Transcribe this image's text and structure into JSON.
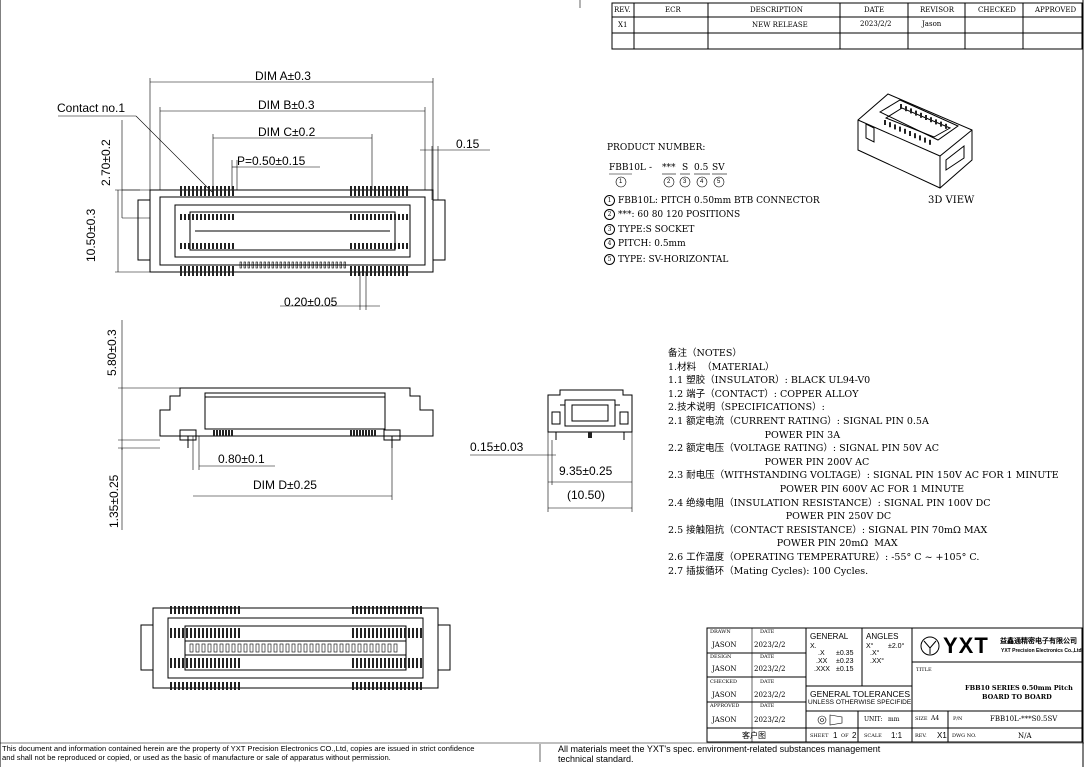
{
  "revision_table": {
    "headers": [
      "REV.",
      "ECR",
      "DESCRIPTION",
      "DATE",
      "REVISOR",
      "CHECKED",
      "APPROVED"
    ],
    "rows": [
      [
        "X1",
        "",
        "NEW RELEASE",
        "2023/2/2",
        "Jason",
        "",
        ""
      ]
    ]
  },
  "dims_top": {
    "dim_a": "DIM A±0.3",
    "dim_b": "DIM B±0.3",
    "dim_c": "DIM C±0.2",
    "pitch": "P=0.50±0.15",
    "contact": "Contact no.1",
    "h270": "2.70±0.2",
    "h1050": "10.50±0.3",
    "w015": "0.15",
    "w020": "0.20±0.05"
  },
  "dims_side": {
    "h580": "5.80±0.3",
    "w080": "0.80±0.1",
    "dim_d": "DIM D±0.25",
    "h135": "1.35±0.25"
  },
  "dims_end": {
    "w015": "0.15±0.03",
    "w935": "9.35±0.25",
    "w1050": "(10.50)"
  },
  "product": {
    "title": "PRODUCT NUMBER:",
    "code_parts": [
      "FBB10L",
      "-",
      "***",
      "S",
      "0.5",
      "SV"
    ],
    "marks": [
      "1",
      "2",
      "3",
      "4",
      "5"
    ],
    "lines": [
      "FBB10L: PITCH 0.50mm BTB CONNECTOR",
      "***: 60 80 120 POSITIONS",
      "TYPE:S SOCKET",
      "PITCH: 0.5mm",
      "TYPE:  SV-HORIZONTAL"
    ]
  },
  "view3d_label": "3D VIEW",
  "notes": [
    "备注（NOTES）",
    "1.材料  （MATERIAL）",
    "1.1 塑胶（INSULATOR）: BLACK UL94-V0",
    "1.2 端子（CONTACT）: COPPER ALLOY",
    "2.技术说明（SPECIFICATIONS）:",
    "2.1 额定电流（CURRENT RATING）: SIGNAL PIN 0.5A",
    "                                POWER PIN 3A",
    "2.2 额定电压（VOLTAGE RATING）: SIGNAL PIN 50V AC",
    "                                POWER PIN 200V AC",
    "2.3 耐电压（WITHSTANDING VOLTAGE）: SIGNAL PIN 150V AC FOR 1 MINUTE",
    "                                     POWER PIN 600V AC FOR 1 MINUTE",
    "2.4 绝缘电阻（INSULATION RESISTANCE）: SIGNAL PIN 100V DC",
    "                                       POWER PIN 250V DC",
    "2.5 接触阻抗（CONTACT RESISTANCE）: SIGNAL PIN 70mΩ MAX",
    "                                    POWER PIN 20mΩ  MAX",
    "2.6 工作温度（OPERATING TEMPERATURE）: -55° C ~ +105° C.",
    "2.7 插拔循环（Mating Cycles): 100 Cycles."
  ],
  "title_block": {
    "drawn_label": "DRAWN",
    "date_label": "DATE",
    "drawn": "JASON",
    "drawn_date": "2023/2/2",
    "design_label": "DESIGN",
    "design": "JASON",
    "design_date": "2023/2/2",
    "checked_label": "CHECKED",
    "checked": "JASON",
    "checked_date": "2023/2/2",
    "approved_label": "APPROVED",
    "approved": "JASON",
    "approved_date": "2023/2/2",
    "customer": "客户图",
    "general": "GENERAL",
    "tol_x": "X.",
    "tol_x1": ".X",
    "tol_x1v": "±0.35",
    "tol_x2": ".XX",
    "tol_x2v": "±0.23",
    "tol_x3": ".XXX",
    "tol_x3v": "±0.15",
    "angles": "ANGLES",
    "ang_x": "X°",
    "ang_xv": "±2.0°",
    "ang_x1": ".X°",
    "ang_x2": ".XX°",
    "gen_tol": "GENERAL TOLERANCES",
    "unless": "UNLESS OTHERWISE SPECIFIDE",
    "unit_label": "UNIT:",
    "unit": "mm",
    "sheet_label": "SHEET",
    "sheet": "1",
    "of": "OF",
    "sheets": "2",
    "scale_label": "SCALE",
    "scale": "1:1",
    "logo": "YXT",
    "company_cn": "益鑫通精密电子有限公司",
    "company_en": "YXT Precision Electronics Co.,Ltd.",
    "title_label": "TITLE",
    "title1": "FBB10 SERIES 0.50mm Pitch",
    "title2": "BOARD TO BOARD",
    "size_label": "SIZE",
    "size": "A4",
    "pn_label": "P/N",
    "pn": "FBB10L-***S0.5SV",
    "rev_label": "REV.",
    "rev": "X1",
    "dwg_label": "DWG NO.",
    "dwg": "N/A"
  },
  "footer": {
    "left1": "This document and information contained herein are the property of YXT Precision Electronics CO.,Ltd, copies are issued in strict confidence",
    "left2": "and shall not be reproduced or copied, or used as the basic of manufacture or sale of apparatus without permission.",
    "right1": "All materials meet the YXT's spec. environment-related substances management",
    "right2": "technical standard."
  }
}
